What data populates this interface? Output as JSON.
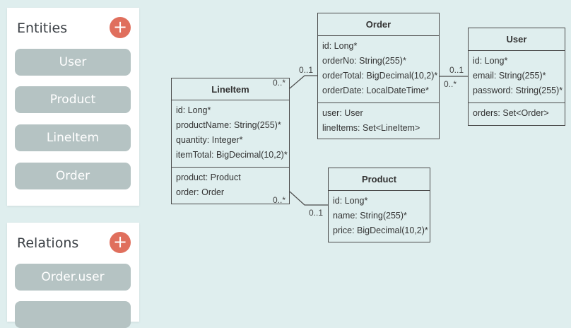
{
  "sidebar": {
    "entities_title": "Entities",
    "entities": [
      "User",
      "Product",
      "LineItem",
      "Order"
    ],
    "relations_title": "Relations",
    "relations": [
      "Order.user",
      ""
    ],
    "add_label": "+"
  },
  "diagram": {
    "lineitem": {
      "name": "LineItem",
      "attributes": [
        "id: Long*",
        "productName: String(255)*",
        "quantity: Integer*",
        "itemTotal: BigDecimal(10,2)*"
      ],
      "references": [
        "product: Product",
        "order: Order"
      ]
    },
    "order": {
      "name": "Order",
      "attributes": [
        "id: Long*",
        "orderNo: String(255)*",
        "orderTotal: BigDecimal(10,2)*",
        "orderDate: LocalDateTime*"
      ],
      "references": [
        "user: User",
        "lineItems: Set<LineItem>"
      ]
    },
    "user": {
      "name": "User",
      "attributes": [
        "id: Long*",
        "email: String(255)*",
        "password: String(255)*"
      ],
      "references": [
        "orders: Set<Order>"
      ]
    },
    "product": {
      "name": "Product",
      "attributes": [
        "id: Long*",
        "name: String(255)*",
        "price: BigDecimal(10,2)*"
      ],
      "references": []
    },
    "multiplicities": {
      "lineitem_order_many": "0..*",
      "lineitem_order_one": "0..1",
      "order_user_one": "0..1",
      "order_user_many": "0..*",
      "lineitem_product_many": "0..*",
      "lineitem_product_one": "0..1"
    }
  },
  "colors": {
    "background": "#dfeeee",
    "pill": "#b5c3c3",
    "add_button": "#e06f5d",
    "border": "#4b4b4b"
  }
}
